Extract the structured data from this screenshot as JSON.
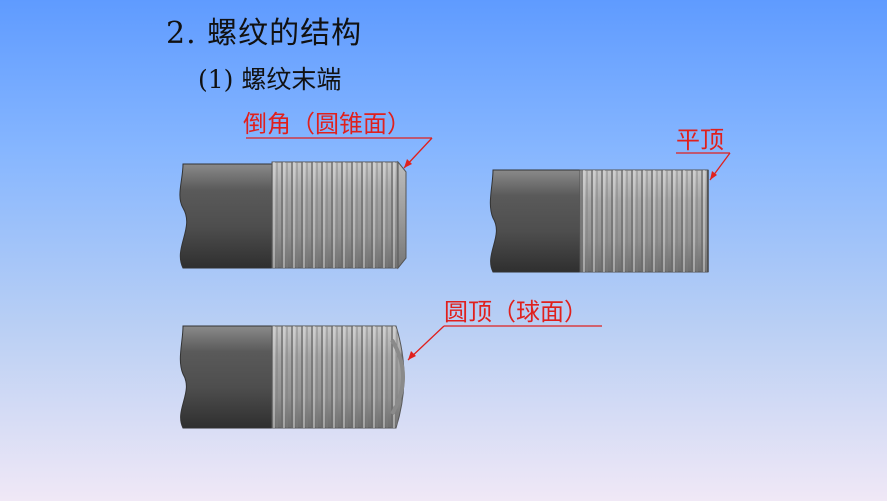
{
  "slide": {
    "title": "2. 螺纹的结构",
    "subtitle": "(1) 螺纹末端"
  },
  "labels": {
    "chamfer": "倒角（圆锥面）",
    "flat": "平顶",
    "round": "圆顶（球面）"
  },
  "colors": {
    "annotation": "#e0201d",
    "shank": "#5c5c5c",
    "thread": "#9a9a9a"
  }
}
